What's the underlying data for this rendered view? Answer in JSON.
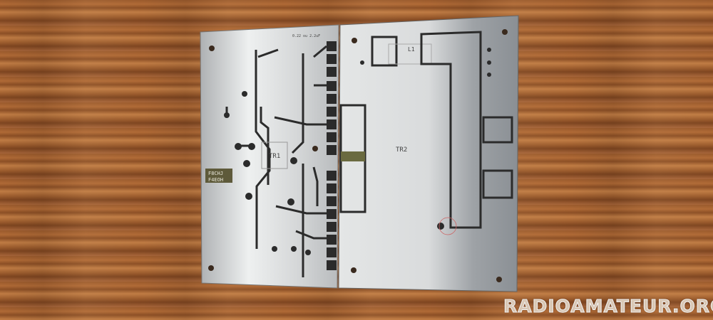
{
  "board_left": {
    "capacitor_note": "0.22 ou 2.2uF",
    "transformer_label": "TR1",
    "callsigns": [
      "F8CHJ",
      "F4EOH"
    ]
  },
  "board_right": {
    "transformer_label": "TR2",
    "inductor_label": "L1"
  },
  "watermark": "RADIOAMATEUR.ORG",
  "colors": {
    "wood": "#a8663a",
    "aluminium": "#c9cbcc",
    "trace": "#2b2b2b"
  }
}
